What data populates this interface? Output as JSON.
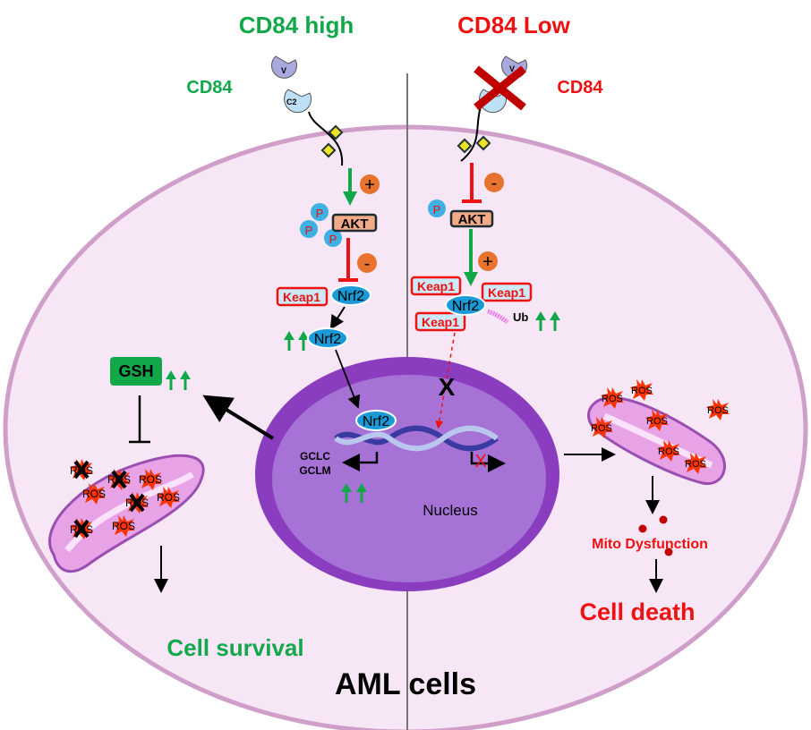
{
  "colors": {
    "green": "#12a84a",
    "red": "#ee1111",
    "cell_fill": "#f7e7f6",
    "cell_border": "#cf9fca",
    "nucleus": "#a672d6",
    "nucleus_border": "#8a3ebf",
    "akt": "#f2ab86",
    "nrf2": "#1a9ad6",
    "keap1_fill": "#cde8f6"
  },
  "header": {
    "left_title": "CD84 high",
    "right_title": "CD84 Low"
  },
  "receptor": {
    "left_label": "CD84",
    "right_label": "CD84",
    "domain_v": "V",
    "domain_c2": "C2"
  },
  "left": {
    "plus": "+",
    "minus": "-",
    "p": "P",
    "akt": "AKT",
    "keap1": "Keap1",
    "nrf2": "Nrf2",
    "gsh": "GSH",
    "ros": "ROS",
    "outcome": "Cell survival"
  },
  "right": {
    "minus": "-",
    "plus": "+",
    "p": "P",
    "akt": "AKT",
    "keap1": "Keap1",
    "nrf2": "Nrf2",
    "ub": "Ub",
    "blocked": "X",
    "ros": "ROS",
    "dysfunction": "Mito Dysfunction",
    "outcome": "Cell death"
  },
  "nucleus": {
    "label": "Nucleus",
    "nrf2": "Nrf2",
    "gene1": "GCLC",
    "gene2": "GCLM"
  },
  "footer": {
    "title": "AML cells"
  }
}
